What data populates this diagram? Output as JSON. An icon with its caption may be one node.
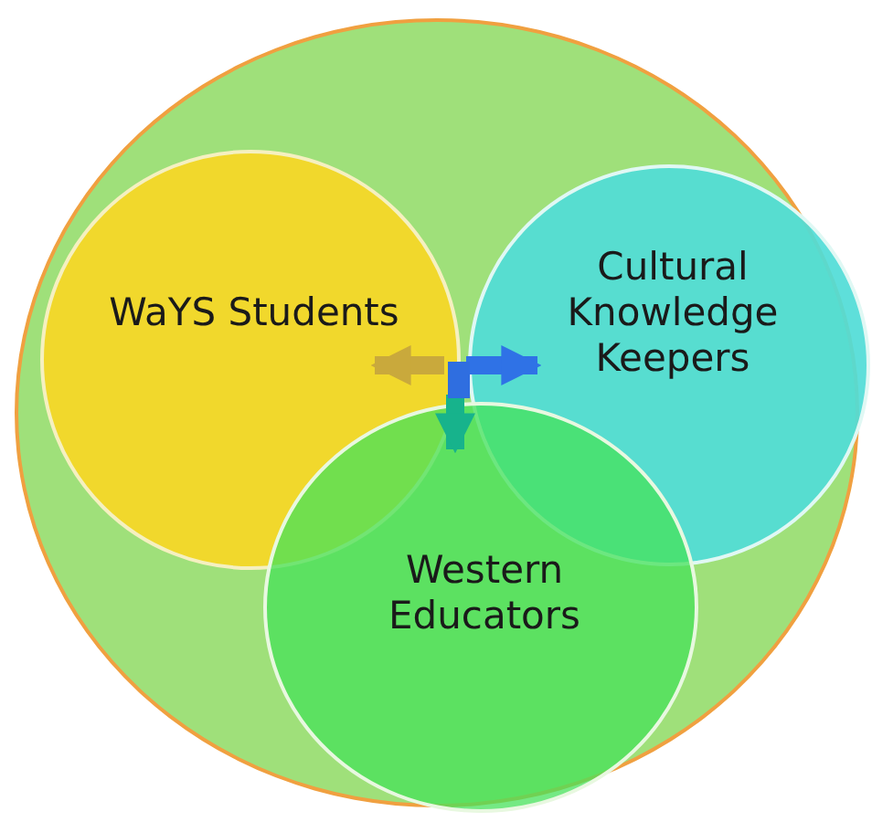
{
  "diagram": {
    "nodes": [
      {
        "text": [],
        "shape": "circle"
      },
      {
        "text": [
          "WaYS Students"
        ],
        "in": 0
      },
      {
        "text": [
          "Cultural Knowledge Keepers"
        ],
        "in": 0
      },
      {
        "text": [
          "Western Educators"
        ],
        "in": 0
      },
      {
        "text": [],
        "shape": "box",
        "in": 0
      }
    ],
    "edges": [
      {
        "from": 4,
        "to": 1,
        "arrow": "to",
        "color": "#c9a93c"
      },
      {
        "from": 4,
        "to": 2,
        "arrow": "to",
        "color": "#2f72e6"
      },
      {
        "from": 4,
        "to": 3,
        "arrow": "to",
        "color": "#17b38c"
      }
    ]
  }
}
